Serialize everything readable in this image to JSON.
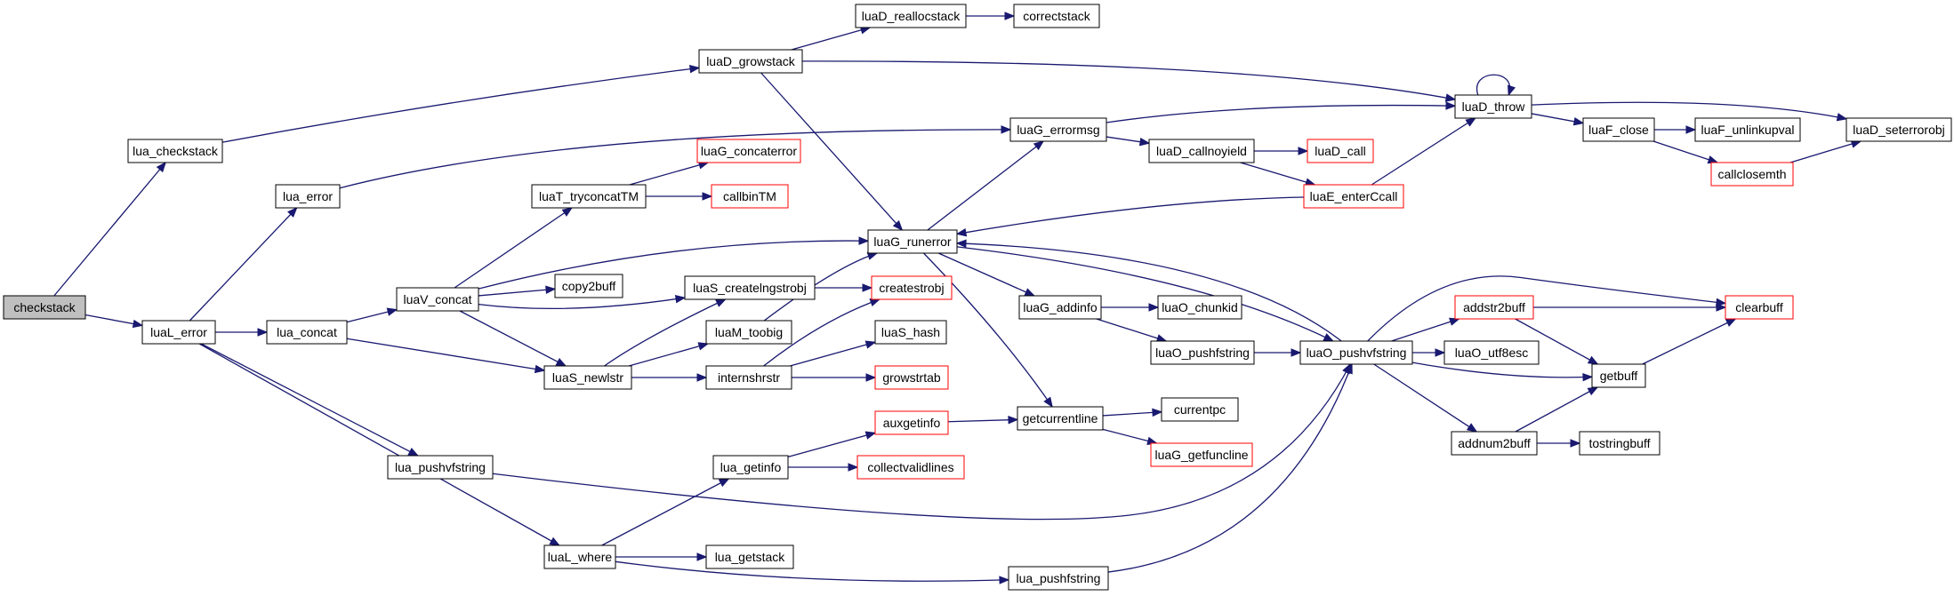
{
  "nodes": [
    {
      "id": "checkstack",
      "label": "checkstack",
      "root": true
    },
    {
      "id": "lua_checkstack",
      "label": "lua_checkstack"
    },
    {
      "id": "luaL_error",
      "label": "luaL_error"
    },
    {
      "id": "lua_error",
      "label": "lua_error"
    },
    {
      "id": "lua_concat",
      "label": "lua_concat"
    },
    {
      "id": "lua_pushvfstring",
      "label": "lua_pushvfstring"
    },
    {
      "id": "luaL_where",
      "label": "luaL_where"
    },
    {
      "id": "luaV_concat",
      "label": "luaV_concat"
    },
    {
      "id": "luaS_newlstr",
      "label": "luaS_newlstr"
    },
    {
      "id": "luaT_tryconcatTM",
      "label": "luaT_tryconcatTM"
    },
    {
      "id": "copy2buff",
      "label": "copy2buff"
    },
    {
      "id": "luaS_createlngstrobj",
      "label": "luaS_createlngstrobj"
    },
    {
      "id": "luaM_toobig",
      "label": "luaM_toobig"
    },
    {
      "id": "internshrstr",
      "label": "internshrstr"
    },
    {
      "id": "lua_getinfo",
      "label": "lua_getinfo"
    },
    {
      "id": "lua_getstack",
      "label": "lua_getstack"
    },
    {
      "id": "luaG_concaterror",
      "label": "luaG_concaterror",
      "red": true
    },
    {
      "id": "callbinTM",
      "label": "callbinTM",
      "red": true
    },
    {
      "id": "createstrobj",
      "label": "createstrobj",
      "red": true
    },
    {
      "id": "luaS_hash",
      "label": "luaS_hash"
    },
    {
      "id": "growstrtab",
      "label": "growstrtab",
      "red": true
    },
    {
      "id": "auxgetinfo",
      "label": "auxgetinfo",
      "red": true
    },
    {
      "id": "collectvalidlines",
      "label": "collectvalidlines",
      "red": true
    },
    {
      "id": "luaD_growstack",
      "label": "luaD_growstack"
    },
    {
      "id": "luaD_reallocstack",
      "label": "luaD_reallocstack"
    },
    {
      "id": "correctstack",
      "label": "correctstack"
    },
    {
      "id": "luaG_runerror",
      "label": "luaG_runerror"
    },
    {
      "id": "luaG_errormsg",
      "label": "luaG_errormsg"
    },
    {
      "id": "luaG_addinfo",
      "label": "luaG_addinfo"
    },
    {
      "id": "getcurrentline",
      "label": "getcurrentline"
    },
    {
      "id": "lua_pushfstring",
      "label": "lua_pushfstring"
    },
    {
      "id": "luaD_callnoyield",
      "label": "luaD_callnoyield"
    },
    {
      "id": "luaD_call",
      "label": "luaD_call",
      "red": true
    },
    {
      "id": "luaE_enterCcall",
      "label": "luaE_enterCcall",
      "red": true
    },
    {
      "id": "luaO_chunkid",
      "label": "luaO_chunkid"
    },
    {
      "id": "luaO_pushfstring",
      "label": "luaO_pushfstring"
    },
    {
      "id": "currentpc",
      "label": "currentpc"
    },
    {
      "id": "luaG_getfuncline",
      "label": "luaG_getfuncline",
      "red": true
    },
    {
      "id": "luaD_throw",
      "label": "luaD_throw"
    },
    {
      "id": "luaO_pushvfstring",
      "label": "luaO_pushvfstring"
    },
    {
      "id": "luaF_close",
      "label": "luaF_close"
    },
    {
      "id": "addstr2buff",
      "label": "addstr2buff",
      "red": true
    },
    {
      "id": "luaO_utf8esc",
      "label": "luaO_utf8esc"
    },
    {
      "id": "addnum2buff",
      "label": "addnum2buff"
    },
    {
      "id": "luaF_unlinkupval",
      "label": "luaF_unlinkupval"
    },
    {
      "id": "callclosemth",
      "label": "callclosemth",
      "red": true
    },
    {
      "id": "getbuff",
      "label": "getbuff"
    },
    {
      "id": "tostringbuff",
      "label": "tostringbuff"
    },
    {
      "id": "luaD_seterrorobj",
      "label": "luaD_seterrorobj"
    },
    {
      "id": "clearbuff",
      "label": "clearbuff",
      "red": true
    }
  ],
  "edges": [
    [
      "checkstack",
      "lua_checkstack"
    ],
    [
      "checkstack",
      "luaL_error"
    ],
    [
      "lua_checkstack",
      "luaD_growstack"
    ],
    [
      "luaL_error",
      "lua_error"
    ],
    [
      "luaL_error",
      "lua_concat"
    ],
    [
      "luaL_error",
      "lua_pushvfstring"
    ],
    [
      "luaL_error",
      "luaL_where"
    ],
    [
      "lua_error",
      "luaG_errormsg"
    ],
    [
      "lua_concat",
      "luaV_concat"
    ],
    [
      "lua_concat",
      "luaS_newlstr"
    ],
    [
      "lua_pushvfstring",
      "luaO_pushvfstring"
    ],
    [
      "luaL_where",
      "lua_getinfo"
    ],
    [
      "luaL_where",
      "lua_getstack"
    ],
    [
      "luaL_where",
      "lua_pushfstring"
    ],
    [
      "luaV_concat",
      "luaT_tryconcatTM"
    ],
    [
      "luaV_concat",
      "copy2buff"
    ],
    [
      "luaV_concat",
      "luaS_createlngstrobj"
    ],
    [
      "luaV_concat",
      "luaS_newlstr"
    ],
    [
      "luaV_concat",
      "luaG_runerror"
    ],
    [
      "luaT_tryconcatTM",
      "luaG_concaterror"
    ],
    [
      "luaT_tryconcatTM",
      "callbinTM"
    ],
    [
      "luaS_newlstr",
      "luaS_createlngstrobj"
    ],
    [
      "luaS_newlstr",
      "luaM_toobig"
    ],
    [
      "luaS_newlstr",
      "internshrstr"
    ],
    [
      "luaS_createlngstrobj",
      "createstrobj"
    ],
    [
      "luaM_toobig",
      "luaG_runerror"
    ],
    [
      "internshrstr",
      "createstrobj"
    ],
    [
      "internshrstr",
      "luaS_hash"
    ],
    [
      "internshrstr",
      "growstrtab"
    ],
    [
      "lua_getinfo",
      "auxgetinfo"
    ],
    [
      "lua_getinfo",
      "collectvalidlines"
    ],
    [
      "auxgetinfo",
      "getcurrentline"
    ],
    [
      "luaD_growstack",
      "luaD_reallocstack"
    ],
    [
      "luaD_growstack",
      "luaD_throw"
    ],
    [
      "luaD_growstack",
      "luaG_runerror"
    ],
    [
      "luaD_reallocstack",
      "correctstack"
    ],
    [
      "luaG_runerror",
      "luaG_errormsg"
    ],
    [
      "luaG_runerror",
      "luaG_addinfo"
    ],
    [
      "luaG_runerror",
      "getcurrentline"
    ],
    [
      "luaG_runerror",
      "luaO_pushvfstring"
    ],
    [
      "luaG_errormsg",
      "luaD_throw"
    ],
    [
      "luaG_errormsg",
      "luaD_callnoyield"
    ],
    [
      "luaG_addinfo",
      "luaO_chunkid"
    ],
    [
      "luaG_addinfo",
      "luaO_pushfstring"
    ],
    [
      "getcurrentline",
      "currentpc"
    ],
    [
      "getcurrentline",
      "luaG_getfuncline"
    ],
    [
      "lua_pushfstring",
      "luaO_pushvfstring"
    ],
    [
      "luaD_callnoyield",
      "luaD_call"
    ],
    [
      "luaD_callnoyield",
      "luaE_enterCcall"
    ],
    [
      "luaE_enterCcall",
      "luaD_throw"
    ],
    [
      "luaE_enterCcall",
      "luaG_runerror"
    ],
    [
      "luaO_pushfstring",
      "luaO_pushvfstring"
    ],
    [
      "luaD_throw",
      "luaD_throw"
    ],
    [
      "luaD_throw",
      "luaF_close"
    ],
    [
      "luaD_throw",
      "luaD_seterrorobj"
    ],
    [
      "luaO_pushvfstring",
      "luaG_runerror"
    ],
    [
      "luaO_pushvfstring",
      "addstr2buff"
    ],
    [
      "luaO_pushvfstring",
      "luaO_utf8esc"
    ],
    [
      "luaO_pushvfstring",
      "getbuff"
    ],
    [
      "luaO_pushvfstring",
      "addnum2buff"
    ],
    [
      "luaO_pushvfstring",
      "clearbuff"
    ],
    [
      "luaF_close",
      "luaF_unlinkupval"
    ],
    [
      "luaF_close",
      "callclosemth"
    ],
    [
      "callclosemth",
      "luaD_seterrorobj"
    ],
    [
      "addstr2buff",
      "getbuff"
    ],
    [
      "addstr2buff",
      "clearbuff"
    ],
    [
      "addnum2buff",
      "getbuff"
    ],
    [
      "addnum2buff",
      "tostringbuff"
    ],
    [
      "getbuff",
      "clearbuff"
    ]
  ]
}
